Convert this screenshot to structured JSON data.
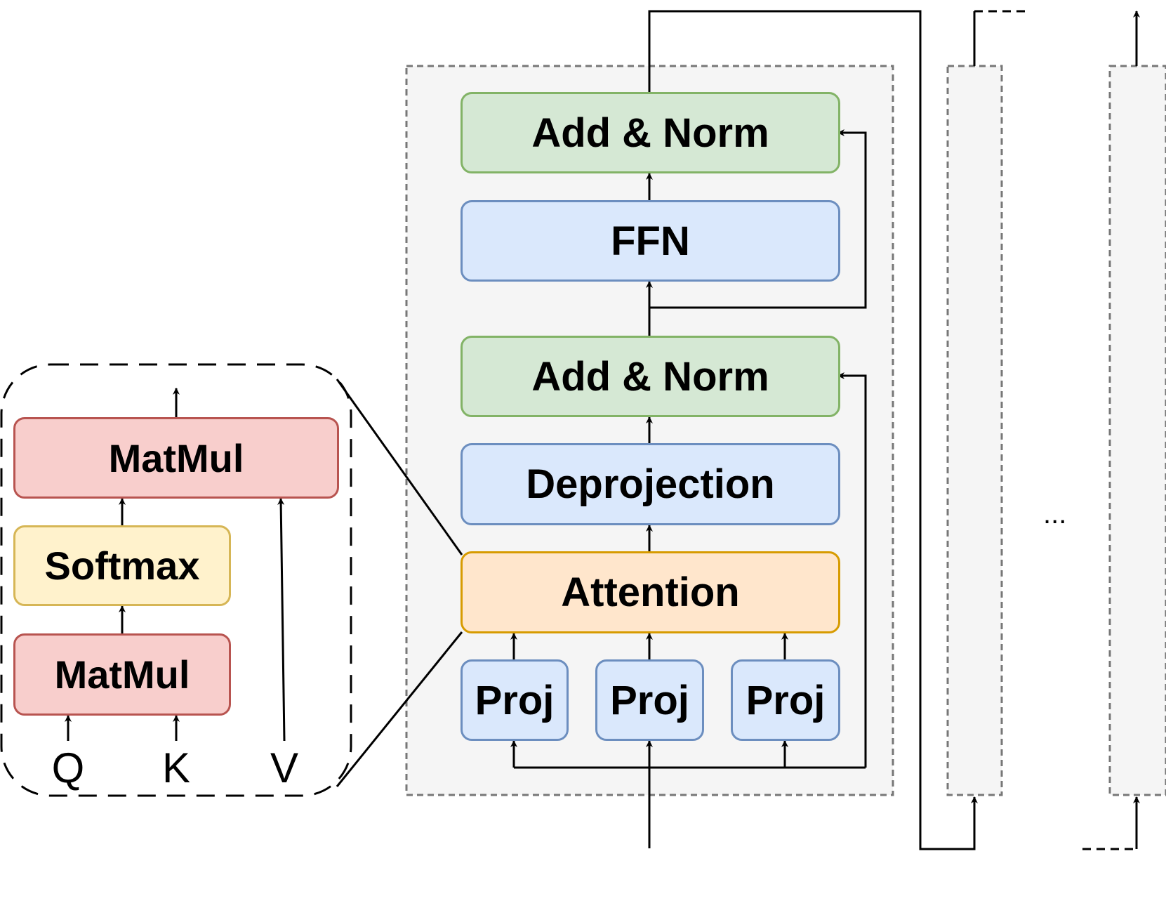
{
  "transformer_block": {
    "add_norm_top": "Add & Norm",
    "ffn": "FFN",
    "add_norm_bottom": "Add & Norm",
    "deprojection": "Deprojection",
    "attention": "Attention",
    "proj_left": "Proj",
    "proj_mid": "Proj",
    "proj_right": "Proj"
  },
  "attention_detail": {
    "matmul_top": "MatMul",
    "softmax": "Softmax",
    "matmul_bottom": "MatMul",
    "input_q": "Q",
    "input_k": "K",
    "input_v": "V"
  },
  "stack": {
    "ellipsis": "..."
  },
  "colors": {
    "green_fill": "#d5e8d4",
    "green_stroke": "#82b366",
    "blue_fill": "#dae8fc",
    "blue_stroke": "#6c8ebf",
    "orange_fill": "#ffe6cc",
    "orange_stroke": "#d79b00",
    "red_fill": "#f8cecc",
    "red_stroke": "#b85450",
    "yellow_fill": "#fff2cc",
    "yellow_stroke": "#d6b656",
    "container_fill": "#f5f5f5",
    "container_stroke": "#777777"
  }
}
